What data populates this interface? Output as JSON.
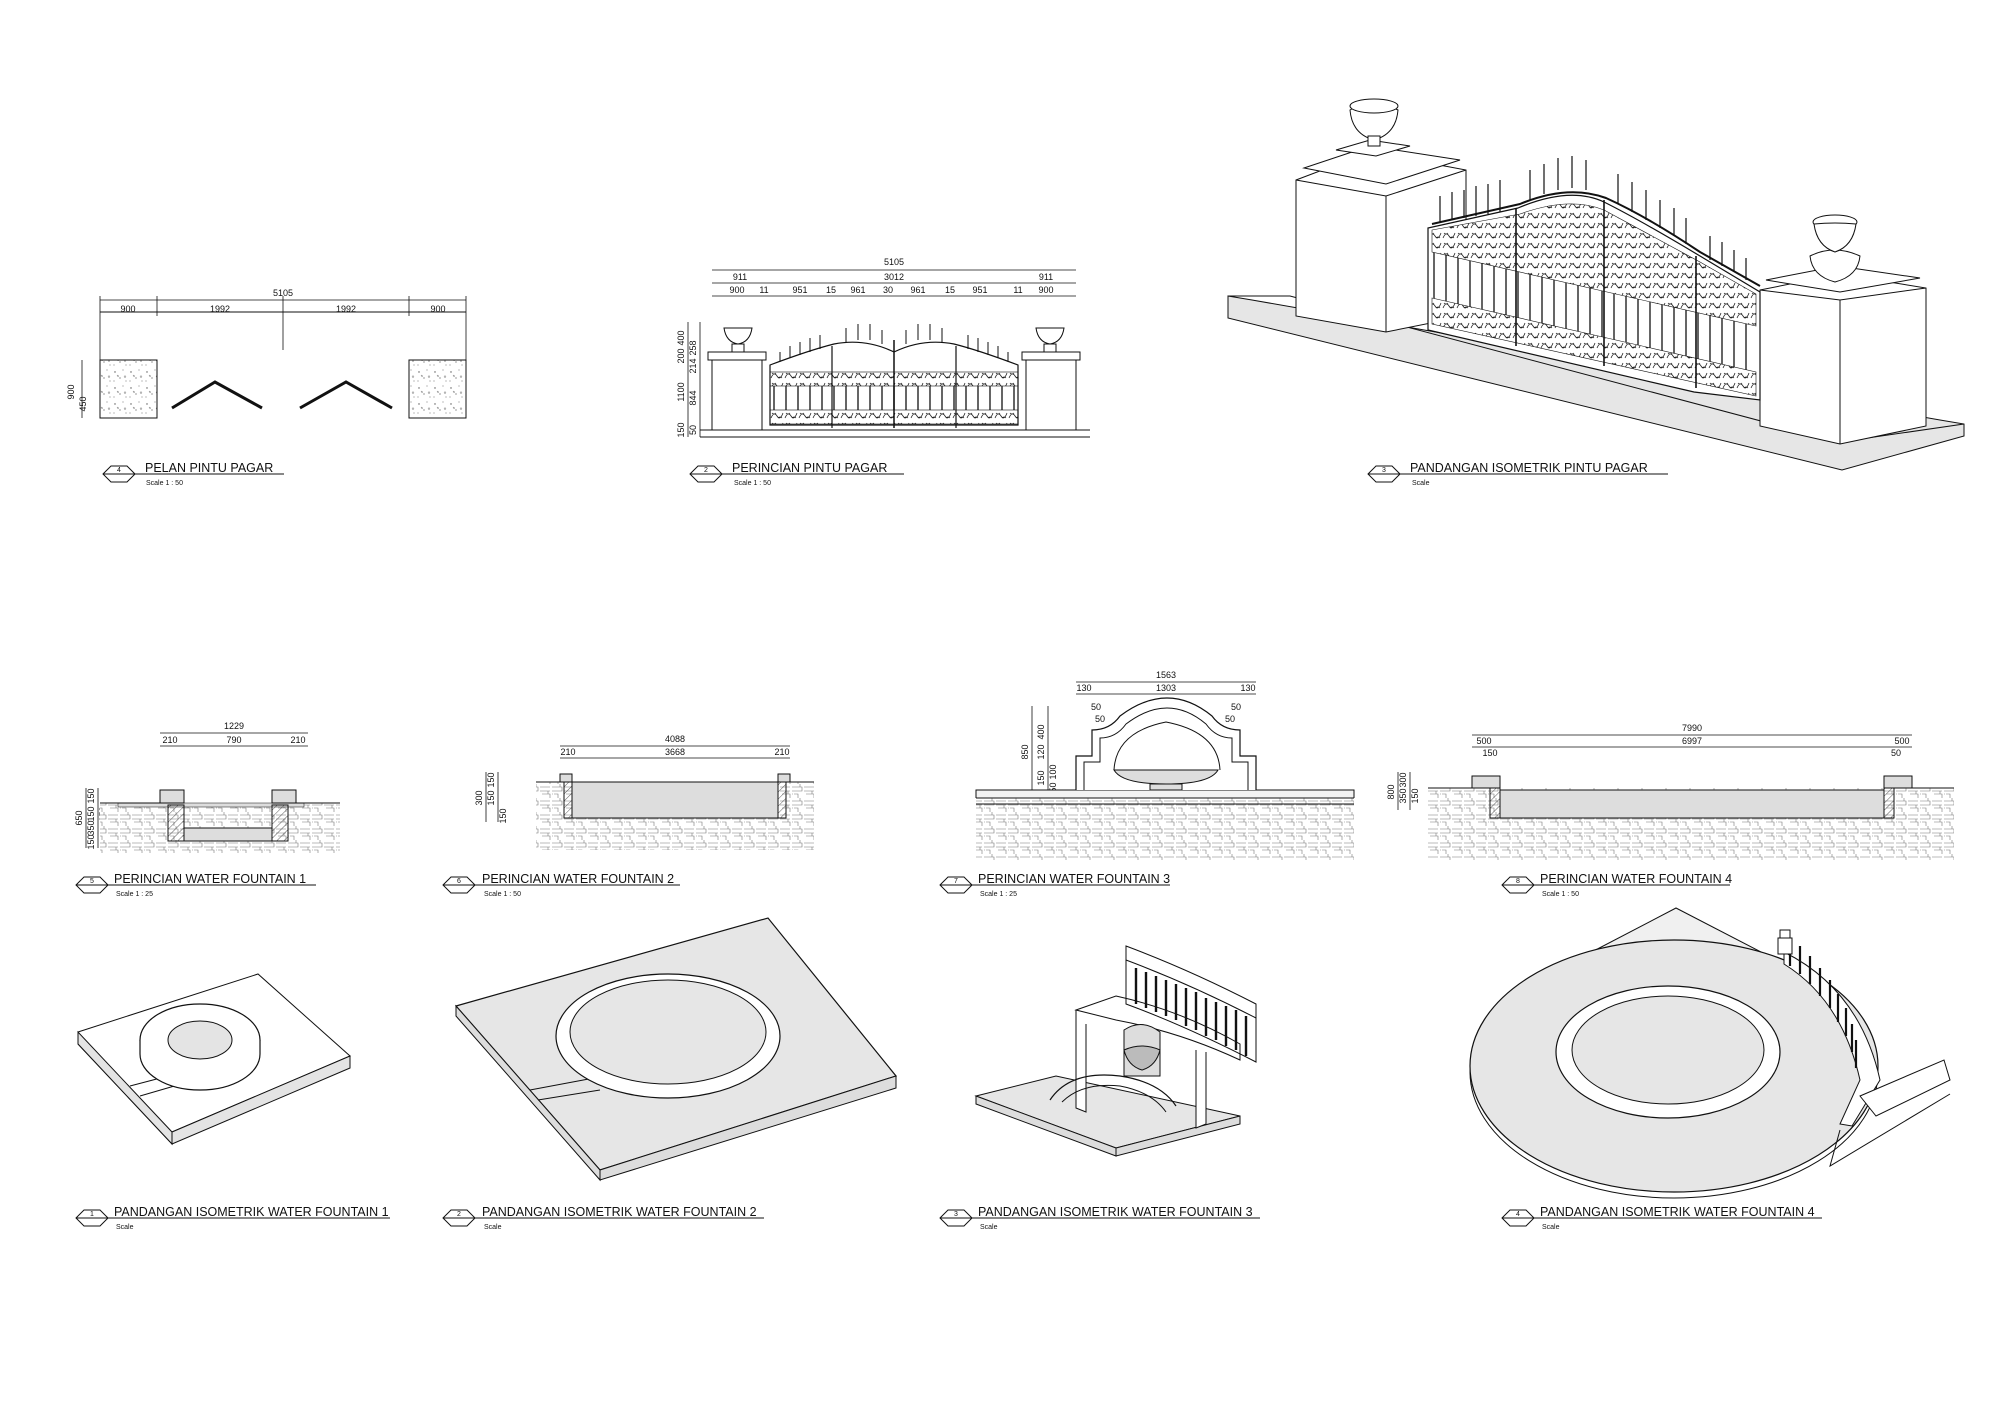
{
  "views": {
    "plan_gate": {
      "number": "4",
      "title": "PELAN PINTU PAGAR",
      "scale": "Scale   1 : 50"
    },
    "gate_detail": {
      "number": "2",
      "title": "PERINCIAN PINTU PAGAR",
      "scale": "Scale   1 : 50"
    },
    "gate_iso": {
      "number": "3",
      "title": "PANDANGAN ISOMETRIK PINTU PAGAR",
      "scale": "Scale"
    },
    "wf1_detail": {
      "number": "5",
      "title": "PERINCIAN WATER FOUNTAIN 1",
      "scale": "Scale   1 : 25"
    },
    "wf2_detail": {
      "number": "6",
      "title": "PERINCIAN WATER FOUNTAIN 2",
      "scale": "Scale   1 : 50"
    },
    "wf3_detail": {
      "number": "7",
      "title": "PERINCIAN  WATER FOUNTAIN 3",
      "scale": "Scale   1 : 25"
    },
    "wf4_detail": {
      "number": "8",
      "title": "PERINCIAN WATER FOUNTAIN 4",
      "scale": "Scale   1 : 50"
    },
    "wf1_iso": {
      "number": "1",
      "title": "PANDANGAN ISOMETRIK WATER FOUNTAIN 1",
      "scale": "Scale"
    },
    "wf2_iso": {
      "number": "2",
      "title": "PANDANGAN ISOMETRIK WATER FOUNTAIN 2",
      "scale": "Scale"
    },
    "wf3_iso": {
      "number": "3",
      "title": "PANDANGAN ISOMETRIK WATER FOUNTAIN 3",
      "scale": "Scale"
    },
    "wf4_iso": {
      "number": "4",
      "title": "PANDANGAN ISOMETRIK WATER FOUNTAIN 4",
      "scale": "Scale"
    }
  },
  "dims": {
    "plan": {
      "total": "5105",
      "a": "900",
      "b": "1992",
      "c": "1992",
      "d": "900",
      "h1": "900",
      "h2": "450"
    },
    "gate": {
      "total": "5105",
      "left": "911",
      "mid": "3012",
      "right": "911",
      "s1": "900",
      "s2": "11",
      "s3": "951",
      "s4": "15",
      "s5": "961",
      "s6": "30",
      "s7": "961",
      "s8": "15",
      "s9": "951",
      "s10": "11",
      "s11": "900",
      "v1": "400",
      "v2": "200",
      "v3": "258",
      "v4": "214",
      "v5": "1100",
      "v6": "844",
      "v7": "150",
      "v8": "50"
    },
    "wf1": {
      "total": "1229",
      "a": "210",
      "b": "790",
      "c": "210",
      "v1": "150",
      "v2": "650",
      "v3": "150",
      "v4": "150",
      "v5": "350",
      "v6": "150"
    },
    "wf2": {
      "total": "4088",
      "a": "210",
      "b": "3668",
      "c": "210",
      "v1": "150",
      "v2": "150",
      "v3": "300",
      "v4": "150"
    },
    "wf3": {
      "total": "1563",
      "a": "130",
      "b": "1303",
      "c": "130",
      "d": "50",
      "e": "50",
      "f": "50",
      "g": "50",
      "v1": "850",
      "v2": "400",
      "v3": "120",
      "v4": "150",
      "v5": "100",
      "v6": "150"
    },
    "wf4": {
      "total": "7990",
      "a": "500",
      "b": "6997",
      "c": "500",
      "d": "150",
      "e": "50",
      "v1": "300",
      "v2": "800",
      "v3": "350",
      "v4": "150"
    }
  }
}
